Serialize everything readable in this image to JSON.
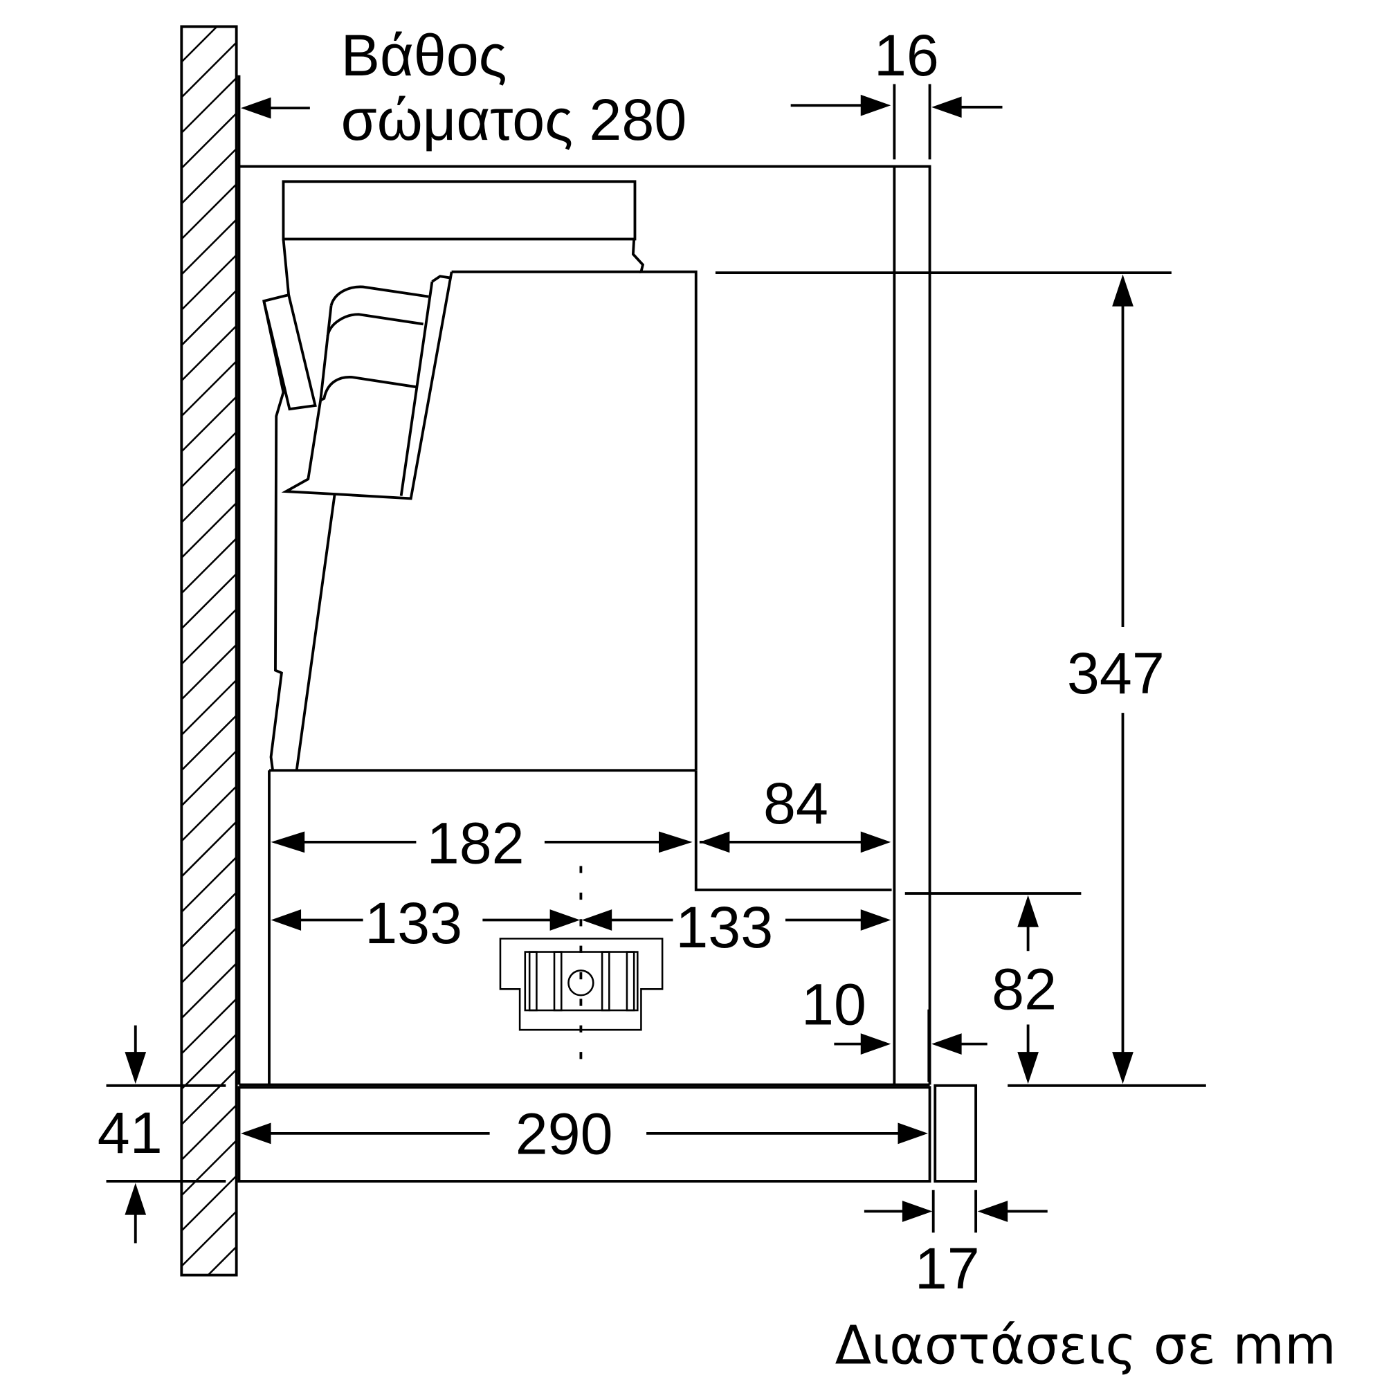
{
  "labels": {
    "depth_line1": "Βάθος",
    "depth_line2": "σώματος 280",
    "d16": "16",
    "d347": "347",
    "d84": "84",
    "d182": "182",
    "d133_left": "133",
    "d133_right": "133",
    "d10": "10",
    "d82": "82",
    "d41": "41",
    "d290": "290",
    "d17": "17",
    "units_note": "Διαστάσεις σε mm"
  },
  "colors": {
    "line": "#000000",
    "background": "#ffffff"
  }
}
